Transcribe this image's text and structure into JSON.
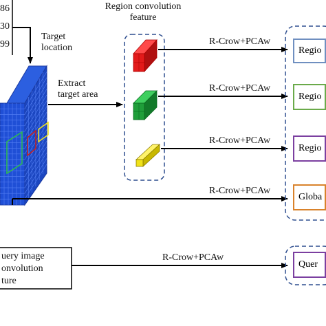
{
  "top_box": {
    "values": [
      "86",
      "30",
      "99"
    ]
  },
  "labels": {
    "target_location": "Target\nlocation",
    "extract": "Extract\ntarget area",
    "region_feature": "Region convolution\nfeature",
    "query_feature": "uery image\nonvolution\nture"
  },
  "arrows": {
    "r1": "R-Crow+PCAw",
    "r2": "R-Crow+PCAw",
    "r3": "R-Crow+PCAw",
    "global": "R-Crow+PCAw",
    "query": "R-Crow+PCAw"
  },
  "outputs": {
    "region1": "Regio",
    "region2": "Regio",
    "region3": "Regio",
    "global": "Globa",
    "query": "Quer"
  },
  "colors": {
    "grid_blue": "#1f4fd6",
    "red": "#e31a1a",
    "green": "#1f9e3a",
    "yellow": "#f0e21a",
    "border_blue": "#6f8fc0",
    "border_green": "#6aaa4a",
    "border_purple": "#7b3fa0",
    "border_orange": "#d9822b"
  }
}
